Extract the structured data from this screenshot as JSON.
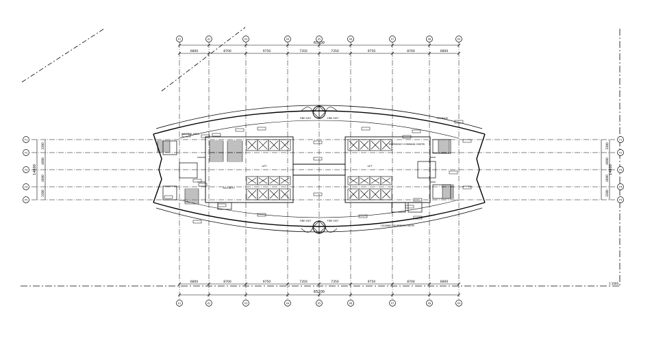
{
  "title": "",
  "grid": {
    "columns": [
      "X1",
      "X2",
      "X3",
      "X4",
      "X5",
      "X6",
      "X7",
      "X8",
      "X9"
    ],
    "rows": [
      "Y1",
      "Y2",
      "Y3",
      "Y4",
      "Y5"
    ],
    "dim_top": [
      "6800",
      "8700",
      "9750",
      "7350",
      "7350",
      "9750",
      "8700",
      "6800"
    ],
    "total_top": "65200",
    "dim_bottom": [
      "6800",
      "8700",
      "9750",
      "7350",
      "7350",
      "9750",
      "8700",
      "6800"
    ],
    "total_bottom": "65200",
    "dim_left": [
      "3300",
      "4000",
      "4000",
      "3300"
    ],
    "total_left": "14600",
    "dim_right": [
      "3300",
      "4000",
      "4000",
      "3300"
    ],
    "total_right": "14600"
  },
  "labels": {
    "fire_exit_top_left": "FIRE EXIT",
    "fire_exit_top_right": "FIRE EXIT",
    "fire_exit_bottom_left": "FIRE EXIT",
    "fire_exit_bottom_right": "FIRE EXIT",
    "waiting_area": "WAITING AREA",
    "storage": "STORAGE",
    "security": "SECURITY",
    "emergency_command": "EMERGENCY COMMAND CENTER",
    "cleaning": "CLEANING EQUIPMENTS ROOM",
    "lift": "LIFT",
    "scale_note": "1:1000"
  }
}
